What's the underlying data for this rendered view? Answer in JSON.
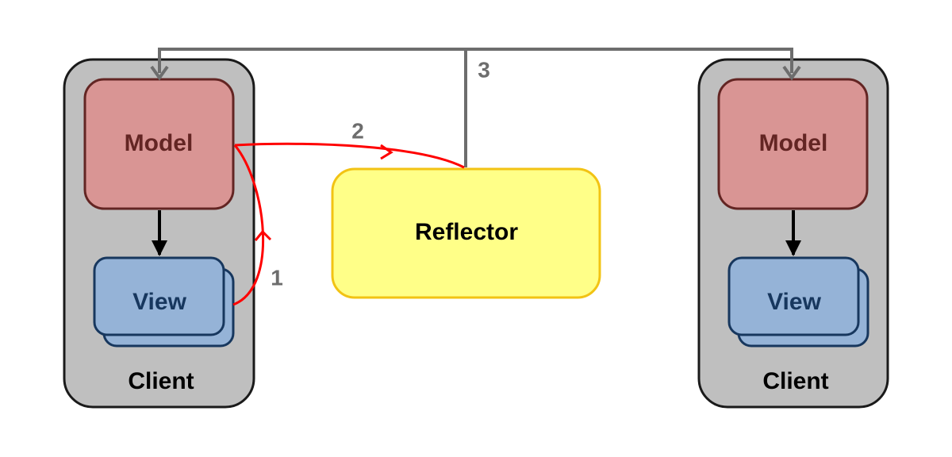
{
  "nodes": {
    "client_left": {
      "model_label": "Model",
      "view_label": "View",
      "client_label": "Client"
    },
    "reflector": {
      "label": "Reflector"
    },
    "client_right": {
      "model_label": "Model",
      "view_label": "View",
      "client_label": "Client"
    }
  },
  "steps": {
    "step1": "1",
    "step2": "2",
    "step3": "3"
  },
  "colors": {
    "client_fill": "#bfbfbf",
    "client_stroke": "#1a1a1a",
    "model_fill": "#d99594",
    "model_stroke": "#632523",
    "model_text": "#632523",
    "view_fill": "#95b3d7",
    "view_stroke": "#17375e",
    "view_text": "#17375e",
    "reflector_fill": "#ffff88",
    "reflector_stroke": "#f2c314",
    "red_arrow": "#ff0000",
    "gray_arrow": "#6d6d6d",
    "black_arrow": "#000000"
  }
}
